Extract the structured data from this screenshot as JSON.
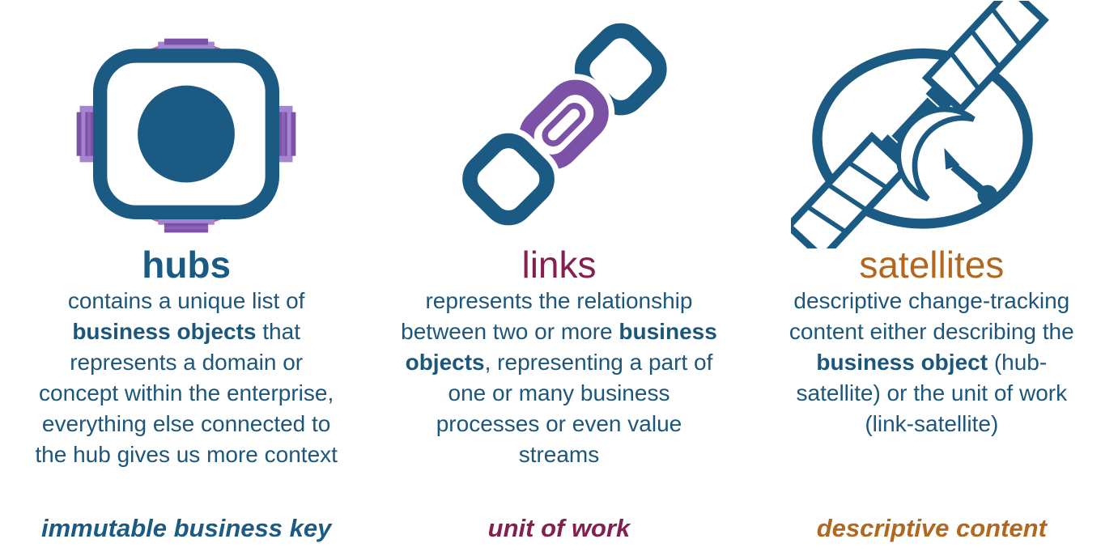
{
  "diagram": {
    "background": "#ffffff",
    "columns": [
      {
        "key": "hubs",
        "icon": "hub-icon",
        "heading": "hubs",
        "description": [
          {
            "text": "contains a unique list of "
          },
          {
            "text": "business objects",
            "bold": true
          },
          {
            "text": " that represents a domain or concept within the enterprise, everything else connected to the hub gives us more context"
          }
        ],
        "tagline": "immutable business key"
      },
      {
        "key": "links",
        "icon": "chain-links-icon",
        "heading": "links",
        "description": [
          {
            "text": "represents the relationship between two or more "
          },
          {
            "text": "business objects",
            "bold": true
          },
          {
            "text": ", representing a part of one or many business processes or even value streams"
          }
        ],
        "tagline": "unit of work"
      },
      {
        "key": "satellites",
        "icon": "satellite-icon",
        "heading": "satellites",
        "description": [
          {
            "text": "descriptive change-tracking content either describing the "
          },
          {
            "text": "business object",
            "bold": true
          },
          {
            "text": " (hub-satellite) or the unit of work (link-satellite)"
          }
        ],
        "tagline": "descriptive content"
      }
    ],
    "colors": {
      "teal": "#1b5b83",
      "body_text": "#1d567b",
      "maroon": "#841f50",
      "orange": "#b2661e",
      "pink": "#d0518e",
      "purple": "#7c52a6",
      "purple_light": "#a584d2",
      "purple_mid": "#8a63b8"
    }
  }
}
